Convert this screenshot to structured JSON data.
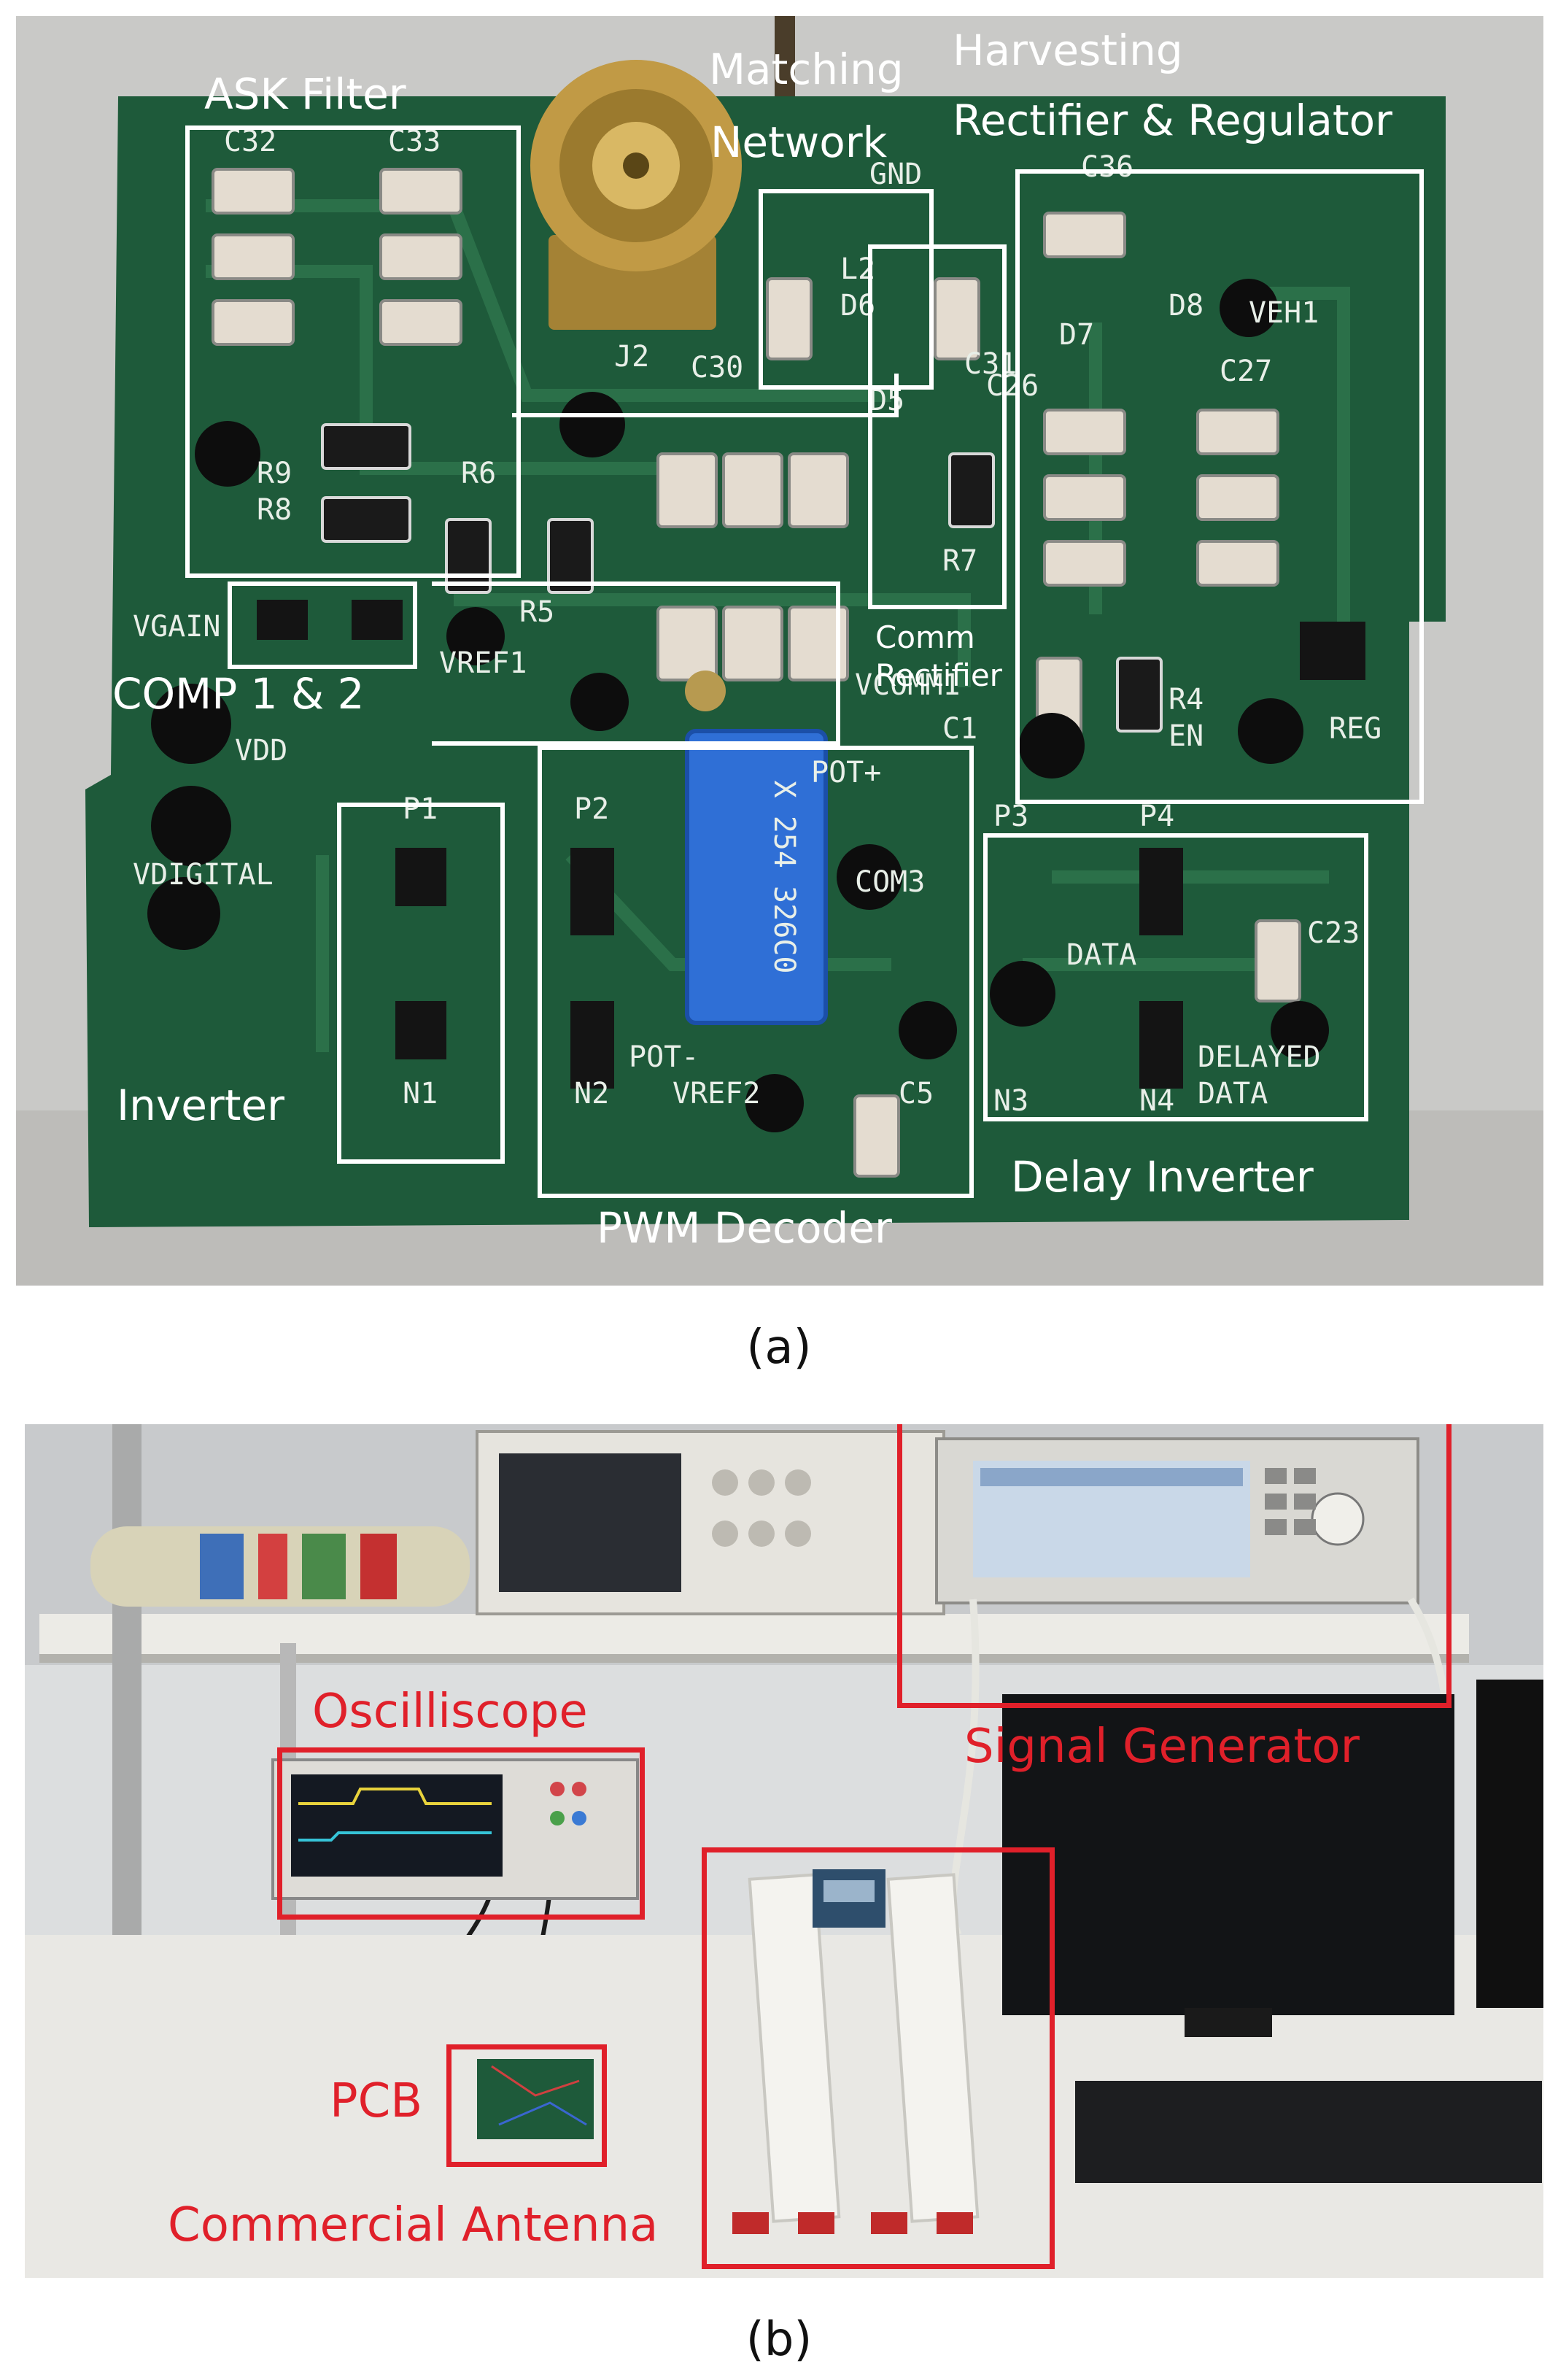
{
  "figure_a": {
    "caption": "(a)",
    "labels": {
      "ask_filter": "ASK Filter",
      "matching_network_1": "Matching",
      "matching_network_2": "Network",
      "harvesting_1": "Harvesting",
      "harvesting_2": "Rectifier & Regulator",
      "comp": "COMP 1 & 2",
      "comm_rectifier_1": "Comm",
      "comm_rectifier_2": "Rectifier",
      "inverter": "Inverter",
      "pwm_decoder": "PWM Decoder",
      "delay_inverter": "Delay Inverter"
    },
    "silkscreen": [
      "C32",
      "C33",
      "J2",
      "C30",
      "L2",
      "C31",
      "D6",
      "D7",
      "D8",
      "VEH1",
      "C26",
      "C27",
      "D5",
      "R7",
      "R6",
      "R8",
      "R9",
      "R5",
      "VREF1",
      "VGAIN",
      "VDD",
      "VDIGITAL",
      "P1",
      "N1",
      "P2",
      "N2",
      "POT+",
      "POT-",
      "COM3",
      "VREF2",
      "C5",
      "P3",
      "P4",
      "N3",
      "N4",
      "DATA",
      "DELAYED DATA",
      "C23",
      "R4",
      "EN",
      "REG",
      "VCOMM1",
      "C1",
      "GND"
    ]
  },
  "figure_b": {
    "caption": "(b)",
    "labels": {
      "oscilloscope": "Oscilliscope",
      "signal_generator": "Signal Generator",
      "pcb": "PCB",
      "commercial_antenna": "Commercial Antenna"
    }
  },
  "colors": {
    "pcb_green": "#1e5a3a",
    "annotation_white": "#ffffff",
    "annotation_red": "#e0202a"
  }
}
